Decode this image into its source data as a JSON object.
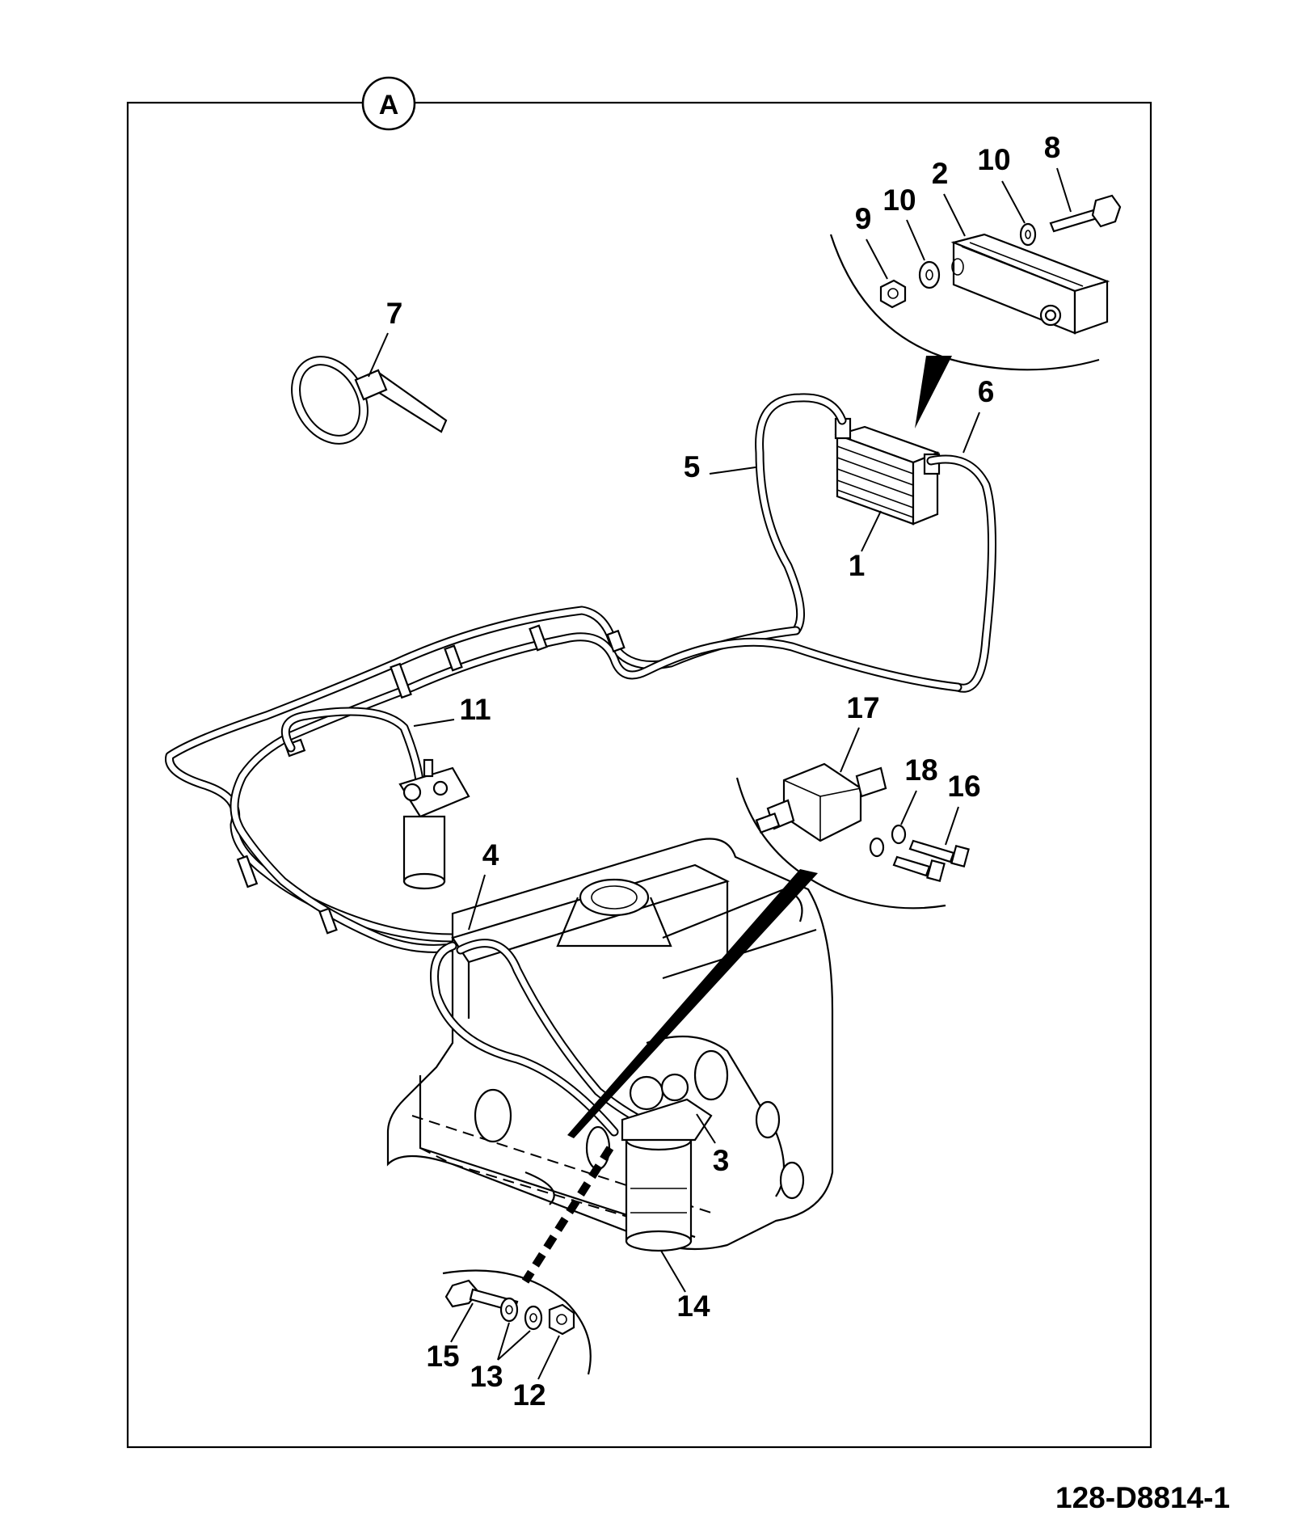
{
  "frame": {
    "label": "A"
  },
  "drawing_ref": "128-D8814-1",
  "callouts": {
    "c1": "1",
    "c2": "2",
    "c3": "3",
    "c4": "4",
    "c5": "5",
    "c6": "6",
    "c7": "7",
    "c8": "8",
    "c9": "9",
    "c10a": "10",
    "c10b": "10",
    "c11": "11",
    "c12": "12",
    "c13": "13",
    "c14": "14",
    "c15": "15",
    "c16": "16",
    "c17": "17",
    "c18": "18"
  }
}
